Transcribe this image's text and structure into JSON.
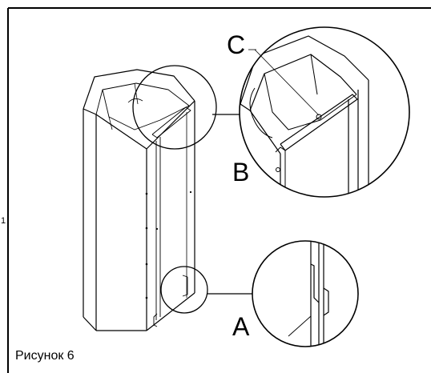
{
  "figure": {
    "side_number": "1",
    "labels": {
      "c": "C",
      "b": "B",
      "a": "A"
    },
    "caption": "Рисунок 6"
  },
  "colors": {
    "line": "#000000",
    "background": "#ffffff"
  }
}
